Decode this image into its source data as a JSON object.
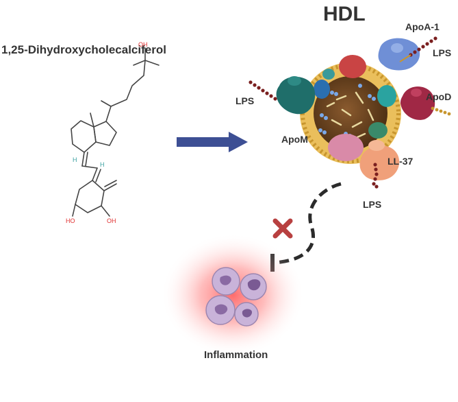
{
  "labels": {
    "molecule_name": "1,25-Dihydroxycholecalciferol",
    "hdl": "HDL",
    "apoa1": "ApoA-1",
    "lps_top": "LPS",
    "lps_left": "LPS",
    "apod": "ApoD",
    "apom": "ApoM",
    "ll37": "LL-37",
    "lps_bottom": "LPS",
    "inflammation": "Inflammation",
    "atom_oh_top": "OH",
    "atom_h_top": "H",
    "atom_h_mid": "H",
    "atom_ho_left": "HO",
    "atom_oh_right": "OH"
  },
  "colors": {
    "arrow": "#3d4f94",
    "inhibit": "#2b2b2b",
    "cross": "#b84040",
    "lps_chain": "#7a1f1f",
    "hdl_core": "#6b4423",
    "phospholipid": "#e8b84a",
    "apoa1": "#6f8fd6",
    "apom": "#1f6e6a",
    "apod": "#a02845",
    "ll37": "#f0a07a",
    "glow": "#ff4d4d",
    "cell": "#c9b3d9",
    "oxygen": "#e03030"
  }
}
